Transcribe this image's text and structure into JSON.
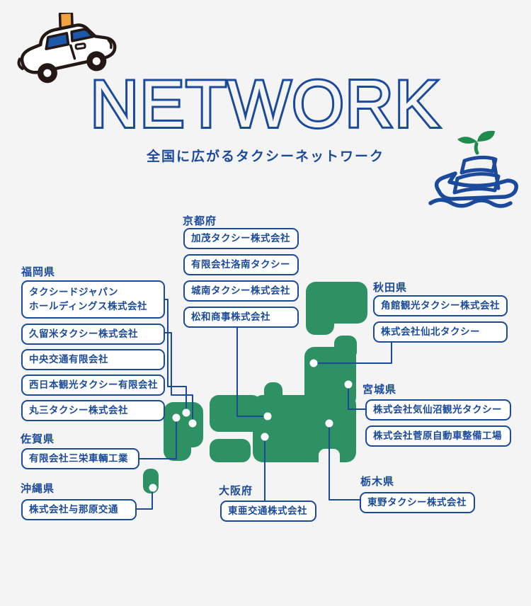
{
  "header": {
    "title": "NETWORK",
    "subtitle": "全国に広がるタクシーネットワーク"
  },
  "icons": {
    "taxi": "taxi-illustration",
    "ship": "ship-with-sprout-illustration"
  },
  "colors": {
    "background": "#f4f4f5",
    "map_green": "#2e9164",
    "accent_blue": "#1b4a9b",
    "box_background": "#ffffff",
    "taxi_sign_orange": "#f0a33f",
    "sprout_green": "#1f8b4d",
    "outline_black": "#231815",
    "marker_white": "#ffffff"
  },
  "regions": [
    {
      "id": "kyoto",
      "label": "京都府",
      "companies": [
        "加茂タクシー株式会社",
        "有限会社洛南タクシー",
        "城南タクシー株式会社",
        "松和商事株式会社"
      ]
    },
    {
      "id": "fukuoka",
      "label": "福岡県",
      "companies": [
        "タクシードジャパン\nホールディングス株式会社",
        "久留米タクシー株式会社",
        "中央交通有限会社",
        "西日本観光タクシー有限会社",
        "丸三タクシー株式会社"
      ]
    },
    {
      "id": "akita",
      "label": "秋田県",
      "companies": [
        "角館観光タクシー株式会社",
        "株式会社仙北タクシー"
      ]
    },
    {
      "id": "miyagi",
      "label": "宮城県",
      "companies": [
        "株式会社気仙沼観光タクシー",
        "株式会社菅原自動車整備工場"
      ]
    },
    {
      "id": "saga",
      "label": "佐賀県",
      "companies": [
        "有限会社三栄車輌工業"
      ]
    },
    {
      "id": "okinawa",
      "label": "沖縄県",
      "companies": [
        "株式会社与那原交通"
      ]
    },
    {
      "id": "osaka",
      "label": "大阪府",
      "companies": [
        "東亜交通株式会社"
      ]
    },
    {
      "id": "tochigi",
      "label": "栃木県",
      "companies": [
        "東野タクシー株式会社"
      ]
    }
  ]
}
